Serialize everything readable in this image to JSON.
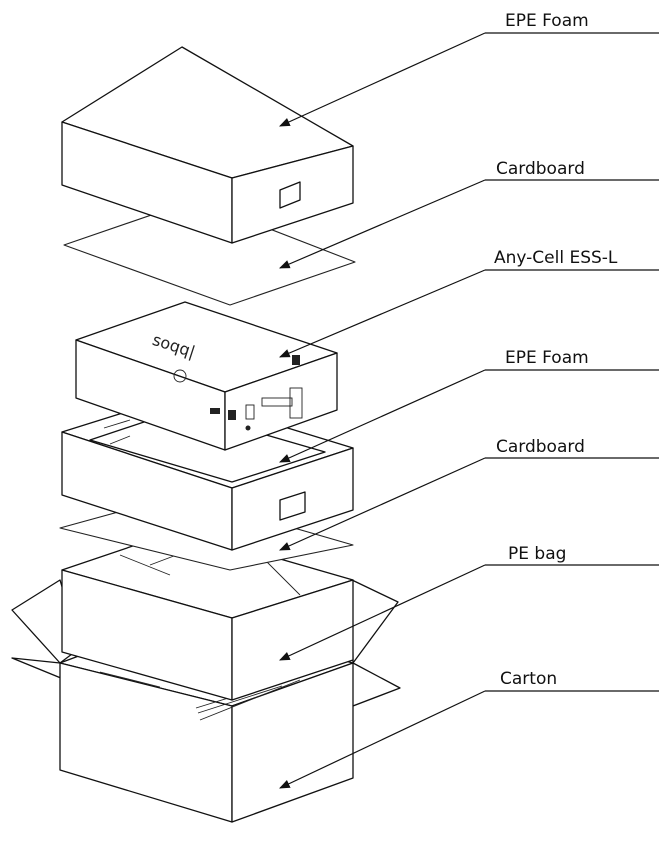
{
  "diagram": {
    "labels": [
      {
        "id": "epe-foam-top",
        "text": "EPE Foam"
      },
      {
        "id": "cardboard-top",
        "text": "Cardboard"
      },
      {
        "id": "device",
        "text": "Any-Cell ESS-L"
      },
      {
        "id": "epe-foam-bottom",
        "text": "EPE Foam"
      },
      {
        "id": "cardboard-bottom",
        "text": "Cardboard"
      },
      {
        "id": "pe-bag",
        "text": "PE bag"
      },
      {
        "id": "carton",
        "text": "Carton"
      }
    ]
  }
}
